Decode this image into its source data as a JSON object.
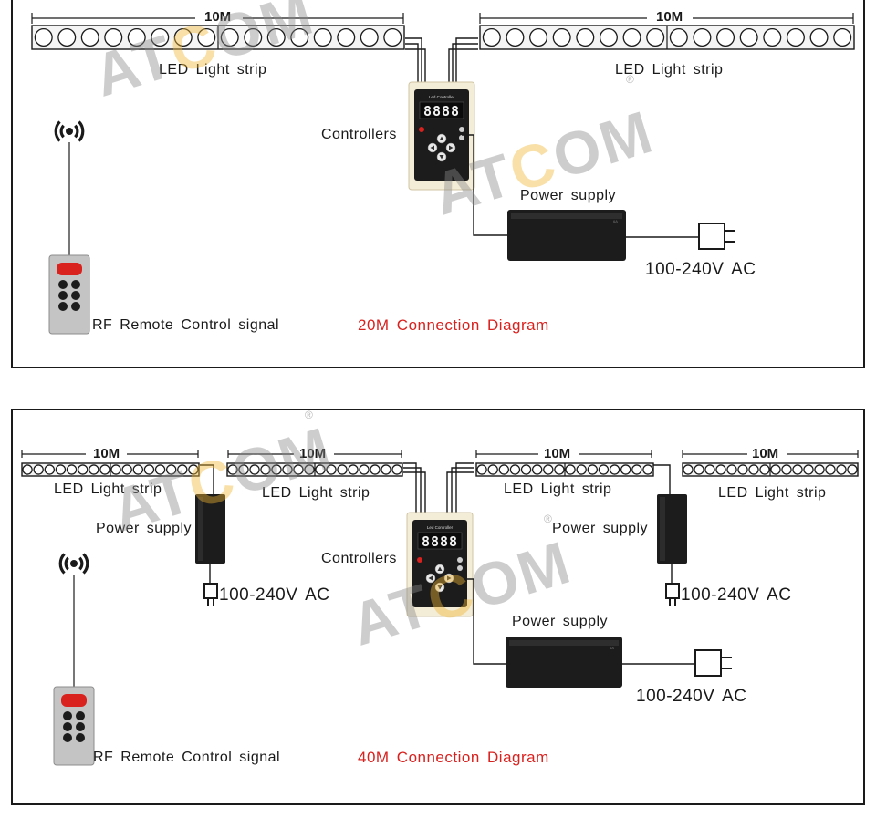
{
  "diagram1": {
    "dim_left": "10M",
    "dim_right": "10M",
    "strip_left": "LED Light strip",
    "strip_right": "LED Light strip",
    "controllers": "Controllers",
    "power_supply": "Power supply",
    "ac": "100-240V AC",
    "remote": "RF Remote Control signal",
    "caption": "20M Connection Diagram"
  },
  "diagram2": {
    "dims": [
      "10M",
      "10M",
      "10M",
      "10M"
    ],
    "strips": [
      "LED Light strip",
      "LED Light strip",
      "LED Light strip",
      "LED Light strip"
    ],
    "power_left": "Power supply",
    "power_right": "Power supply",
    "power_center": "Power supply",
    "ac_left": "100-240V AC",
    "ac_right": "100-240V AC",
    "ac_center": "100-240V AC",
    "controllers": "Controllers",
    "remote": "RF Remote Control signal",
    "caption": "40M Connection Diagram"
  },
  "controller_display": "8888",
  "watermark": {
    "left": "AT",
    "o": "C",
    "right": "OM",
    "reg": "®"
  },
  "colors": {
    "caption": "#d9211e",
    "watermark_gray": "#8a8a8a",
    "watermark_orange": "#f2b632",
    "device_black": "#1c1c1c",
    "controller_frame": "#f3ecd6"
  }
}
